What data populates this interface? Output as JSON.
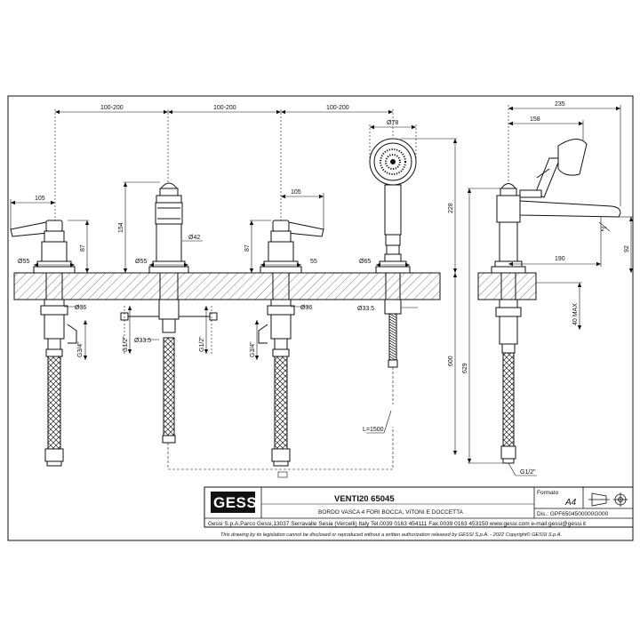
{
  "dimensions": {
    "spacing_1": "100-200",
    "spacing_2": "100-200",
    "spacing_3": "100-200",
    "lever_left_width": "105",
    "lever_right_width": "105",
    "valve_left_height": "87",
    "valve_right_height": "87",
    "spout_body_height": "154",
    "spout_body_diam": "Ø42",
    "base_left_diam": "Ø55",
    "base_spout_diam": "Ø55",
    "base_right_diam": "55",
    "base_shower_diam": "Ø65",
    "shank_left_diam": "Ø36",
    "shank_right_diam": "Ø36",
    "shank_spout_diam": "Ø33.5",
    "shank_shower_diam": "Ø33.5",
    "thread_left": "G3/4\"",
    "thread_spout_a": "G1/2\"",
    "thread_spout_b": "G1/2\"",
    "thread_right": "G3/4\"",
    "shower_head_diam": "Ø78",
    "shower_height": "228",
    "hose_length": "L=1500",
    "hose_drop": "600",
    "side_total_width": "235",
    "side_spout_reach": "158",
    "side_angle": "2°",
    "side_spout_height": "92",
    "side_projection": "190",
    "side_max_thickness": "40 MAX",
    "side_total_height": "629",
    "side_thread": "G1/2\""
  },
  "title_block": {
    "logo": "GESSI",
    "product": "VENTI20 65045",
    "description": "BORDO VASCA 4 FORI BOCCA, VITONI E DOCCETTA",
    "format_label": "Formato",
    "format_value": "A4",
    "drawing_code": "Dis.: GPF6504500000G000",
    "address": "Gessi S.p.A.Parco Gessi,13037 Serravalle Sesia (Vercelli) Italy Tel.0039 0163 454111 Fax.0039 0163 453150 www.gessi.com e-mail:gessi@gessi.it",
    "legal_note": "This drawing by its legislation cannot be disclosed or reproduced without a written authorization released by GESSI S.p.A. - 2022 Copyright© GESSI S.p.A."
  }
}
